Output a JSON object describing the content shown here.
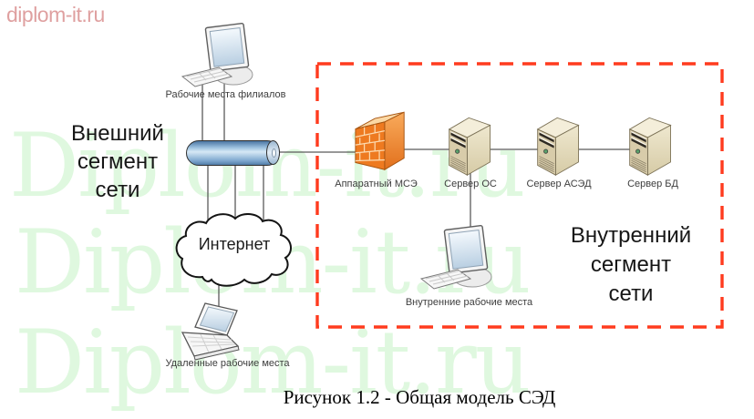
{
  "logo": {
    "text": "diplom-it.ru"
  },
  "watermark": {
    "text": "Diplom-it.ru"
  },
  "external_segment": {
    "line1": "Внешний",
    "line2": "сегмент",
    "line3": "сети"
  },
  "internal_segment": {
    "line1": "Внутренний",
    "line2": "сегмент",
    "line3": "сети"
  },
  "labels": {
    "branch_workstations": "Рабочие места филиалов",
    "internet": "Интернет",
    "remote_workstations": "Удаленные рабочие места",
    "firewall": "Аппаратный МСЭ",
    "server_os": "Сервер ОС",
    "server_ased": "Сервер АСЭД",
    "server_db": "Сервер БД",
    "internal_workstations": "Внутренние рабочие места"
  },
  "caption": {
    "text": "Рисунок 1.2 - Общая модель СЭД"
  },
  "colors": {
    "dashed_border": "#ff3b1e",
    "watermark_green": "#d9f3d9",
    "logo_pink": "#dfa0a0",
    "cylinder_blue": "#7fa8cf",
    "firewall_orange": "#ee7a20",
    "server_beige": "#d8ccaa",
    "connector_gray": "#5a5a5a"
  }
}
